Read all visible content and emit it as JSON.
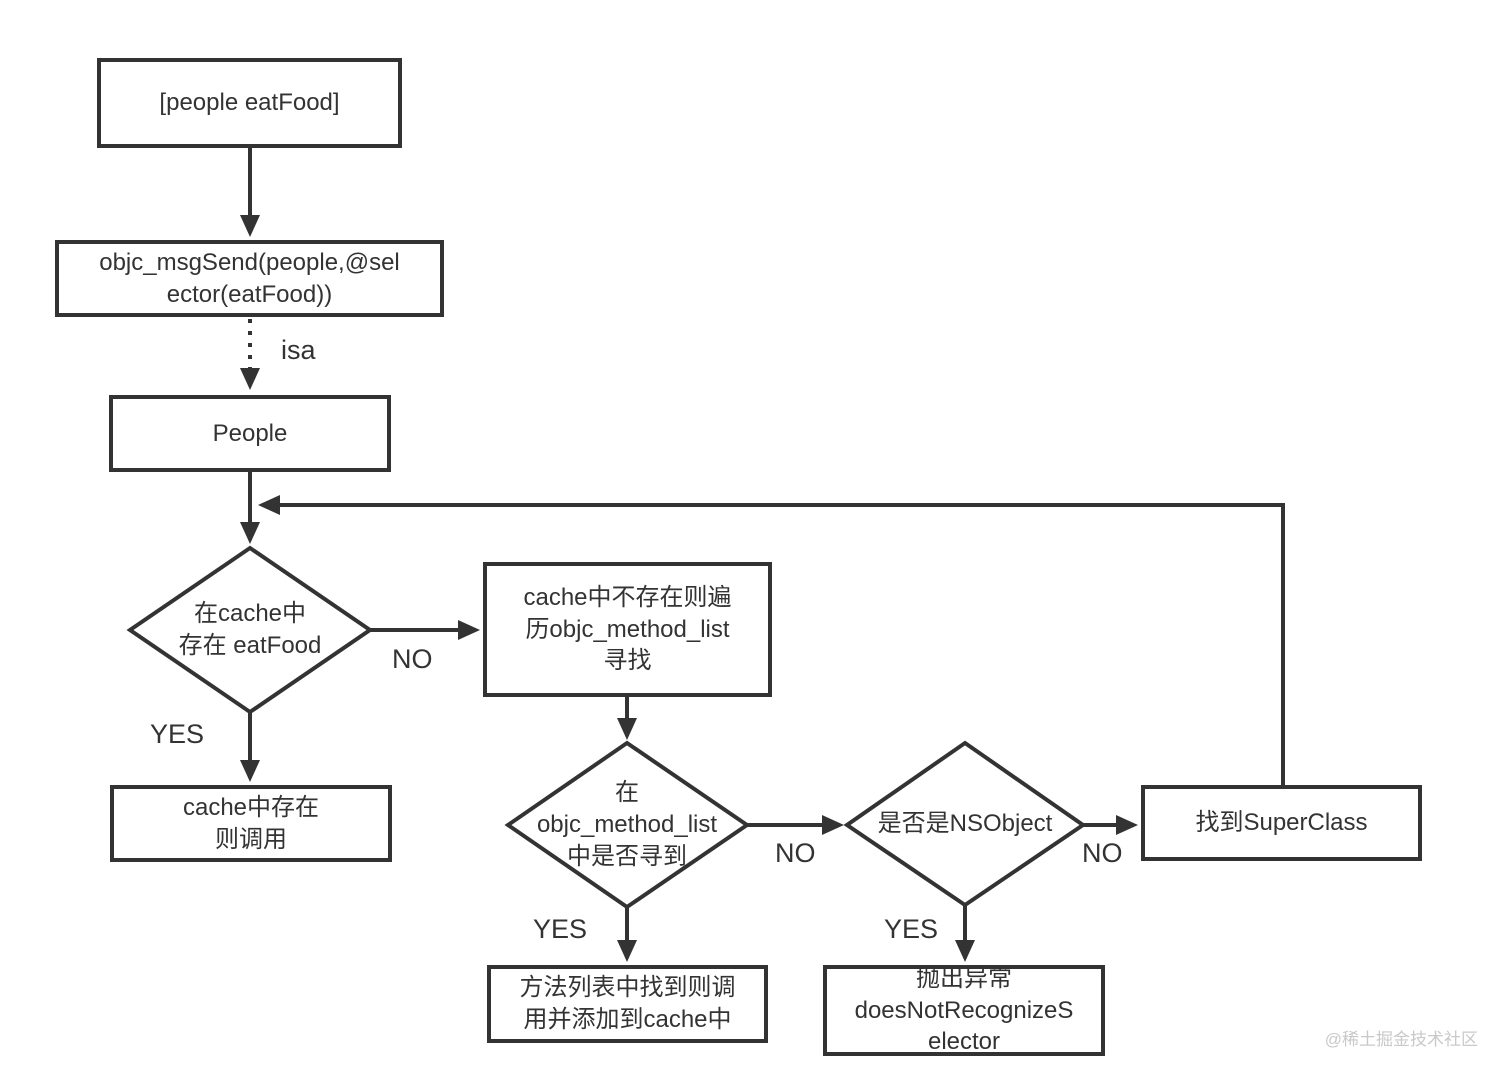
{
  "nodes": {
    "message_call": {
      "label": "[people eatFood]"
    },
    "objc_msgsend": {
      "label": "objc_msgSend(people,@sel\nector(eatFood))"
    },
    "people_class": {
      "label": "People"
    },
    "cache_check": {
      "label": "在cache中\n存在 eatFood"
    },
    "cache_miss": {
      "label": "cache中不存在则遍\n历objc_method_list\n寻找"
    },
    "cache_hit": {
      "label": "cache中存在\n则调用"
    },
    "method_list_check": {
      "label": "在\nobjc_method_list\n中是否寻到"
    },
    "method_found": {
      "label": "方法列表中找到则调\n用并添加到cache中"
    },
    "nsobject_check": {
      "label": "是否是NSObject"
    },
    "throw_exception": {
      "label": "抛出异常\ndoesNotRecognizeS\nelector"
    },
    "find_superclass": {
      "label": "找到SuperClass"
    }
  },
  "edge_labels": {
    "isa": "isa",
    "cache_check_no": "NO",
    "cache_check_yes": "YES",
    "method_list_no": "NO",
    "method_list_yes": "YES",
    "nsobject_no": "NO",
    "nsobject_yes": "YES"
  },
  "watermark": "@稀土掘金技术社区",
  "colors": {
    "line": "#333333",
    "text": "#333333",
    "background": "#ffffff",
    "watermark": "#c9c9c9"
  }
}
